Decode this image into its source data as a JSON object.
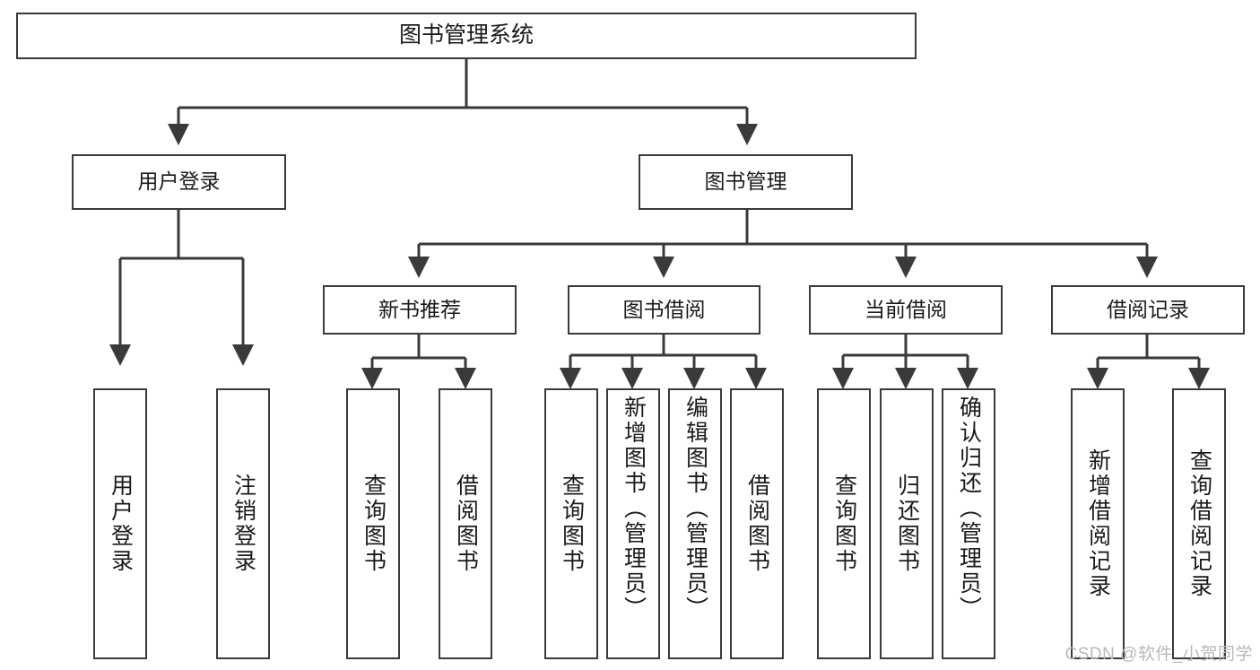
{
  "diagram": {
    "title": "图书管理系统",
    "watermark": "CSDN @软件_小贺同学",
    "colors": {
      "stroke": "#3a3a3a",
      "box_fill": "#ffffff",
      "text": "#1a1a1a",
      "watermark": "#b9b9b9",
      "background": "#ffffff"
    },
    "root": {
      "label": "图书管理系统"
    },
    "level2": [
      {
        "label": "用户登录"
      },
      {
        "label": "图书管理"
      }
    ],
    "level3": [
      {
        "label": "新书推荐"
      },
      {
        "label": "图书借阅"
      },
      {
        "label": "当前借阅"
      },
      {
        "label": "借阅记录"
      }
    ],
    "leaves": [
      {
        "label": "用户登录",
        "parent": "用户登录"
      },
      {
        "label": "注销登录",
        "parent": "用户登录"
      },
      {
        "label": "查询图书",
        "parent": "新书推荐"
      },
      {
        "label": "借阅图书",
        "parent": "新书推荐"
      },
      {
        "label": "查询图书",
        "parent": "图书借阅"
      },
      {
        "label": "新增图书（管理员）",
        "parent": "图书借阅"
      },
      {
        "label": "编辑图书（管理员）",
        "parent": "图书借阅"
      },
      {
        "label": "借阅图书",
        "parent": "图书借阅"
      },
      {
        "label": "查询图书",
        "parent": "当前借阅"
      },
      {
        "label": "归还图书",
        "parent": "当前借阅"
      },
      {
        "label": "确认归还（管理员）",
        "parent": "当前借阅"
      },
      {
        "label": "新增借阅记录",
        "parent": "借阅记录"
      },
      {
        "label": "查询借阅记录",
        "parent": "借阅记录"
      }
    ]
  }
}
